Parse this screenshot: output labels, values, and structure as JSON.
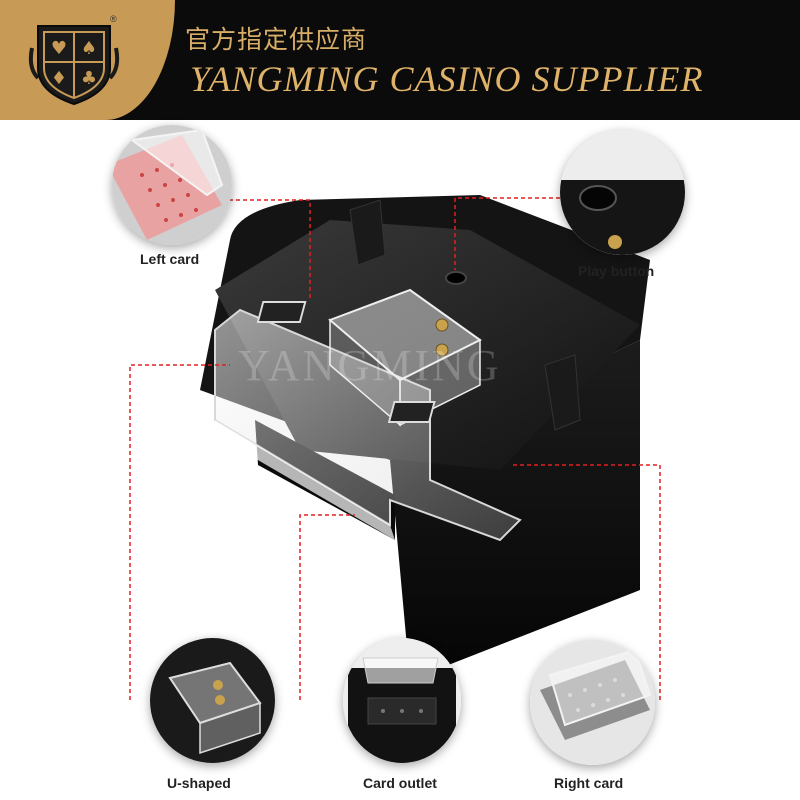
{
  "header": {
    "chinese_title": "官方指定供应商",
    "english_title": "YANGMING CASINO SUPPLIER",
    "registered_mark": "®"
  },
  "product": {
    "watermark": "YANGMING"
  },
  "callouts": {
    "left_card": "Left card",
    "play_button": "Play button",
    "u_shaped": "U-shaped",
    "card_outlet": "Card outlet",
    "right_card": "Right card"
  },
  "colors": {
    "header_bg": "#0b0b0b",
    "gold": "#c79a55",
    "title_gold": "#e0b36a",
    "leader_red": "#e02020"
  }
}
